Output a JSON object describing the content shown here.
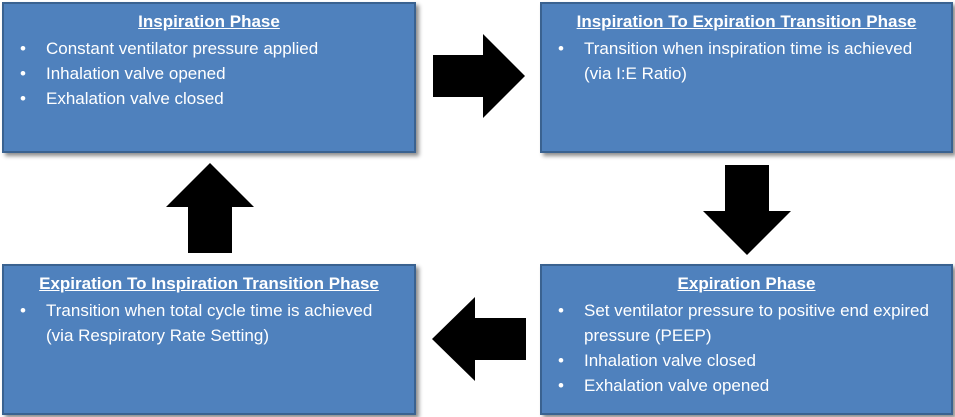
{
  "phases": {
    "inspiration": {
      "title": "Inspiration Phase",
      "bullets": [
        "Constant ventilator pressure applied",
        "Inhalation valve opened",
        "Exhalation valve closed"
      ]
    },
    "inspiration_to_expiration": {
      "title": "Inspiration To Expiration Transition Phase",
      "bullets": [
        "Transition when inspiration time is achieved (via I:E Ratio)"
      ]
    },
    "expiration": {
      "title": "Expiration Phase",
      "bullets": [
        "Set ventilator pressure to positive end expired pressure (PEEP)",
        "Inhalation valve closed",
        "Exhalation valve opened"
      ]
    },
    "expiration_to_inspiration": {
      "title": "Expiration To Inspiration Transition Phase",
      "bullets": [
        "Transition when total cycle time is achieved (via Respiratory Rate Setting)"
      ]
    }
  },
  "colors": {
    "box_fill": "#4f81bd",
    "box_border": "#3a6290",
    "text": "#ffffff",
    "arrow": "#000000"
  },
  "icons": {
    "arrow_right": "arrow-right-icon",
    "arrow_down": "arrow-down-icon",
    "arrow_left": "arrow-left-icon",
    "arrow_up": "arrow-up-icon"
  }
}
